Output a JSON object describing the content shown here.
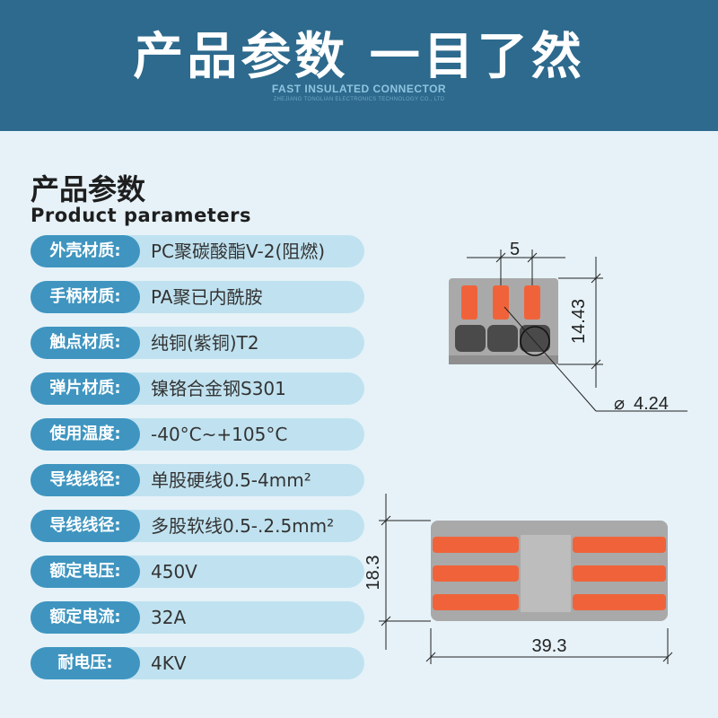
{
  "header": {
    "title": "产品参数 一目了然",
    "subtitle": "FAST INSULATED CONNECTOR",
    "company": "ZHEJIANG TONGLIAN ELECTRONICS TECHNOLOGY CO., LTD"
  },
  "section": {
    "title_cn": "产品参数",
    "title_en": "Product parameters"
  },
  "params": [
    {
      "label": "外壳材质:",
      "value": "PC聚碳酸酯V-2(阻燃)"
    },
    {
      "label": "手柄材质:",
      "value": "PA聚已内酰胺"
    },
    {
      "label": "触点材质:",
      "value": "纯铜(紫铜)T2"
    },
    {
      "label": "弹片材质:",
      "value": "镍铬合金钢S301"
    },
    {
      "label": "使用温度:",
      "value": "-40°C~+105°C"
    },
    {
      "label": "导线线径:",
      "value": "单股硬线0.5-4mm²"
    },
    {
      "label": "导线线径:",
      "value": "多股软线0.5-.2.5mm²"
    },
    {
      "label": "额定电压:",
      "value": "450V"
    },
    {
      "label": "额定电流:",
      "value": "32A"
    },
    {
      "label": "耐电压:",
      "value": "4KV"
    }
  ],
  "dimensions": {
    "top_pitch": "5",
    "top_height": "14.43",
    "hole_diameter": "4.24",
    "diameter_symbol": "⌀",
    "bottom_height": "18.3",
    "bottom_width": "39.3"
  },
  "colors": {
    "header_bg": "#2d6a8d",
    "page_bg": "#e6f2f8",
    "label_bg": "#3f95c0",
    "value_bg": "#c0e2f0",
    "lever_orange": "#f0633a",
    "body_gray": "#a9a9a9"
  }
}
